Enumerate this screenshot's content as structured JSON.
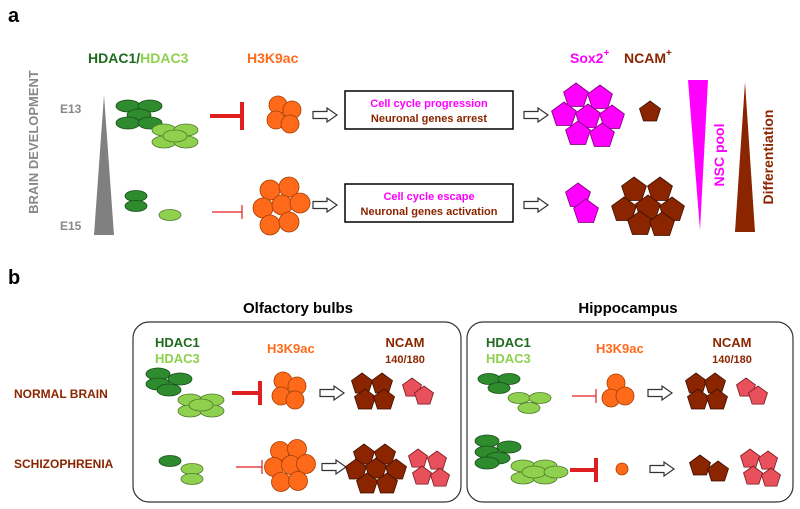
{
  "panel_a": {
    "label": "a",
    "brain_dev": "BRAIN DEVELOPMENT",
    "e13": "E13",
    "e15": "E15",
    "hdac1": "HDAC1",
    "slash": "/",
    "hdac3": "HDAC3",
    "h3k9ac": "H3K9ac",
    "sox2": "Sox2",
    "ncam": "NCAM",
    "plus": "+",
    "box1_line1": "Cell cycle progression",
    "box1_line2": "Neuronal genes arrest",
    "box2_line1": "Cell cycle escape",
    "box2_line2": "Neuronal genes activation",
    "nsc_pool": "NSC pool",
    "differentiation": "Differentiation"
  },
  "panel_b": {
    "label": "b",
    "olfactory": "Olfactory bulbs",
    "hippocampus": "Hippocampus",
    "hdac1": "HDAC1",
    "hdac3": "HDAC3",
    "h3k9ac": "H3K9ac",
    "ncam": "NCAM",
    "ncam_sub": "140/180",
    "normal": "NORMAL BRAIN",
    "schizo": "SCHIZOPHRENIA"
  },
  "colors": {
    "dark_green": "#2e8b2e",
    "light_green": "#8fd14f",
    "orange": "#ff6a1a",
    "magenta": "#ff00ff",
    "dark_red": "#8b2500",
    "pink_red": "#e8505b",
    "inhibit_red": "#e02020",
    "gray": "#808080"
  }
}
